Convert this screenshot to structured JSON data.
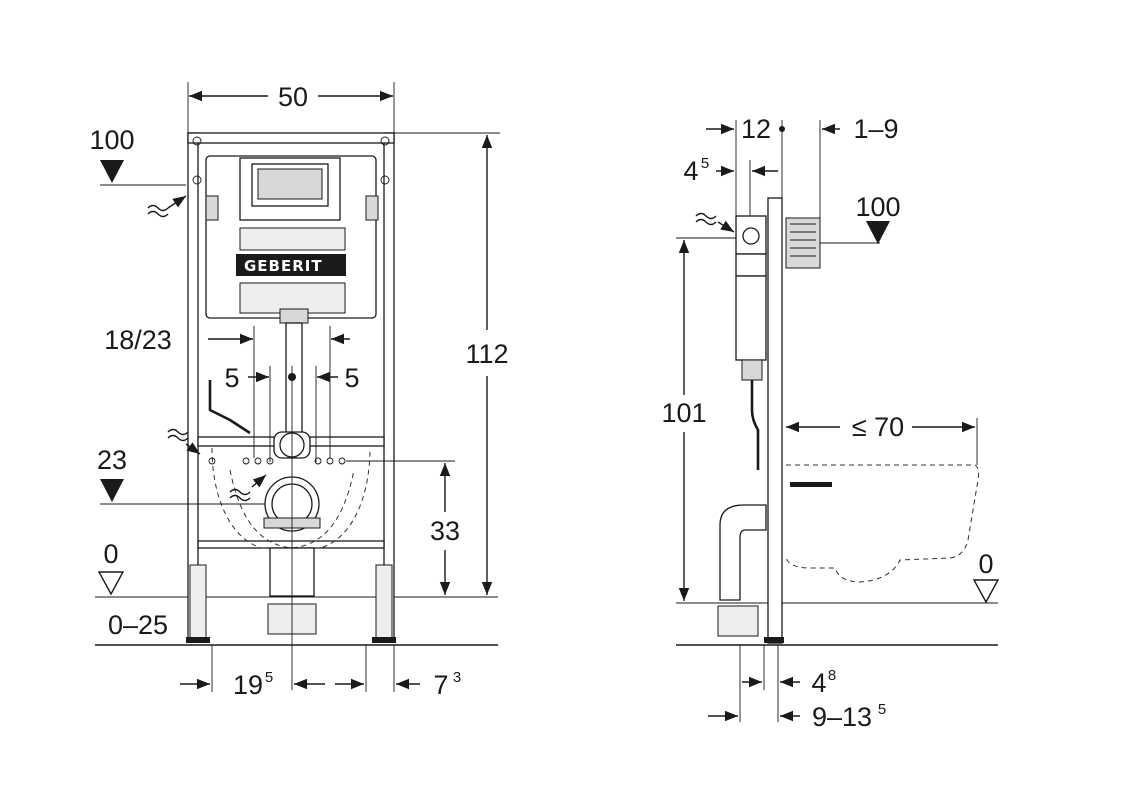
{
  "front_view": {
    "width": "50",
    "height_total": "112",
    "water_level": "100",
    "flush_pipe": "18/23",
    "offset_left": "5",
    "offset_right": "5",
    "drain_level": "23",
    "drain_height": "33",
    "floor_level": "0",
    "floor_range": "0–25",
    "bottom_left_main": "19",
    "bottom_left_sup": "5",
    "bottom_right_main": "7",
    "bottom_right_sup": "3",
    "brand": "GEBERIT"
  },
  "side_view": {
    "top_mid": "12",
    "top_right": "1–9",
    "upper_left_main": "4",
    "upper_left_sup": "5",
    "water_level": "100",
    "height": "101",
    "bowl_projection": "≤ 70",
    "floor_level": "0",
    "bottom_a_main": "4",
    "bottom_a_sup": "8",
    "bottom_b_main": "9–13",
    "bottom_b_sup": "5"
  }
}
